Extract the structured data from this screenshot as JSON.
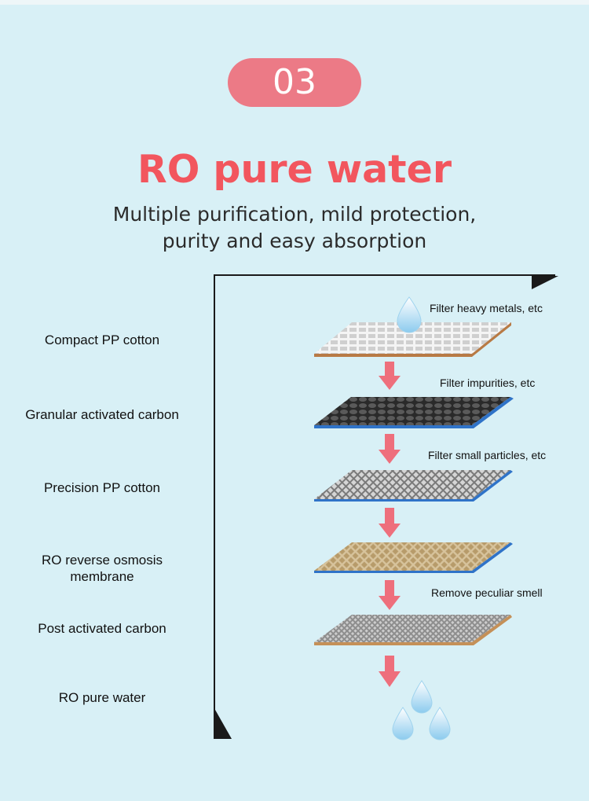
{
  "badge": "03",
  "title": "RO pure water",
  "subtitle": {
    "line1": "Multiple purification, mild protection,",
    "line2": "purity and easy absorption"
  },
  "layers": [
    {
      "label": "Compact PP cotton",
      "note": "Filter heavy metals, etc",
      "icon": "white-mesh-sheet"
    },
    {
      "label": "Granular activated carbon",
      "note": "Filter impurities, etc",
      "icon": "black-carbon-sheet"
    },
    {
      "label": "Precision PP cotton",
      "note": "Filter small particles, etc",
      "icon": "gray-mesh-sheet"
    },
    {
      "label": "RO reverse osmosis",
      "label2": "membrane",
      "note": "Remove peculiar smell",
      "icon": "tan-membrane-sheet"
    },
    {
      "label": "Post activated carbon",
      "icon": "gray-fine-sheet"
    },
    {
      "label": "RO pure water",
      "icon": "water-drops"
    }
  ],
  "colors": {
    "background": "#d8f0f6",
    "accent": "#ec7a86",
    "title": "#f2565e",
    "arrow": "#ee6f7c"
  }
}
